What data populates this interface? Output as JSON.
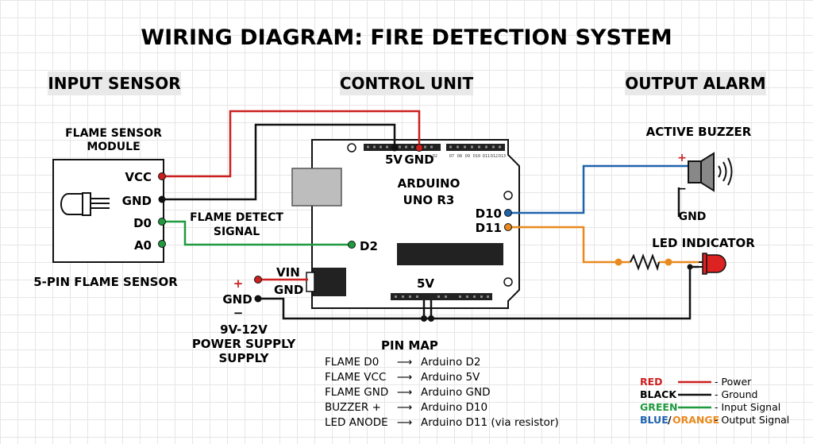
{
  "title": "WIRING DIAGRAM: FIRE DETECTION SYSTEM",
  "sections": {
    "input": "INPUT SENSOR",
    "control": "CONTROL UNIT",
    "output": "OUTPUT ALARM"
  },
  "sensor": {
    "title_line1": "FLAME SENSOR",
    "title_line2": "MODULE",
    "pins": [
      "VCC",
      "GND",
      "D0",
      "A0"
    ],
    "caption": "5-PIN FLAME SENSOR",
    "signal_line1": "FLAME DETECT",
    "signal_line2": "SIGNAL"
  },
  "arduino": {
    "name_line1": "ARDUINO",
    "name_line2": "UNO R3",
    "pin_5v": "5V",
    "pin_gnd": "GND",
    "pin_d10": "D10",
    "pin_d11": "D11",
    "pin_d2": "D2",
    "pin_vin": "VIN",
    "pin_gnd_power": "GND",
    "pin_5v_bottom": "5V",
    "header_pins": [
      "D2",
      "D7",
      "D8",
      "D9",
      "D10",
      "D11",
      "D12",
      "D13"
    ]
  },
  "power_supply": {
    "plus": "+",
    "gnd": "GND",
    "minus": "−",
    "label_line1": "9V-12V",
    "label_line2": "POWER SUPPLY",
    "label_line3": "SUPPLY"
  },
  "buzzer": {
    "title": "ACTIVE BUZZER",
    "plus": "+",
    "minus": "−",
    "gnd": "GND"
  },
  "led": {
    "title": "LED INDICATOR"
  },
  "pin_map": {
    "title": "PIN MAP",
    "arrow": "⟶",
    "rows": [
      {
        "from": "FLAME D0",
        "to": "Arduino D2"
      },
      {
        "from": "FLAME VCC",
        "to": "Arduino 5V"
      },
      {
        "from": "FLAME GND",
        "to": "Arduino GND"
      },
      {
        "from": "BUZZER +",
        "to": "Arduino D10"
      },
      {
        "from": "LED ANODE",
        "to": "Arduino D11 (via resistor)"
      }
    ]
  },
  "legend": {
    "red": {
      "name": "RED",
      "desc": "- Power"
    },
    "black": {
      "name": "BLACK",
      "desc": "- Ground"
    },
    "green": {
      "name": "GREEN",
      "desc": "- Input Signal"
    },
    "blue_orange": {
      "name1": "BLUE",
      "slash": "/",
      "name2": "ORANGE",
      "desc": "- Output Signal"
    }
  },
  "colors": {
    "power": "#cc1f1f",
    "ground": "#111111",
    "input": "#1f9a3f",
    "output_blue": "#1f63ad",
    "output_orange": "#e88a1e"
  }
}
